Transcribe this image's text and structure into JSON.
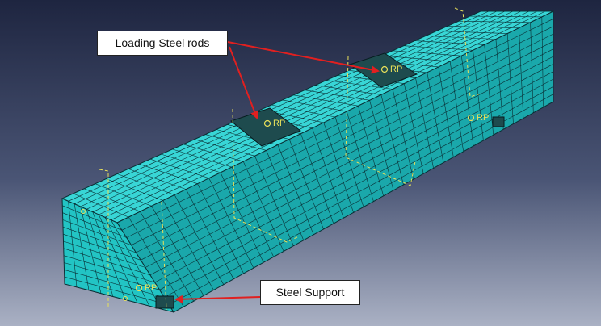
{
  "annotations": {
    "loading_label": "Loading Steel rods",
    "support_label": "Steel Support"
  },
  "reference_points": {
    "label": "RP"
  },
  "colors": {
    "background_top": "#1e2540",
    "background_bottom": "#aab1c4",
    "mesh_face_front": "#22c4c4",
    "mesh_face_top": "#38d6d6",
    "mesh_face_side": "#1aa8ab",
    "mesh_line": "#0a2f35",
    "rod_fill": "#1e4b4e",
    "arrow": "#e02020",
    "reference_point": "#e8e05a"
  },
  "icons": {
    "reference_point": "rp-marker-icon"
  }
}
